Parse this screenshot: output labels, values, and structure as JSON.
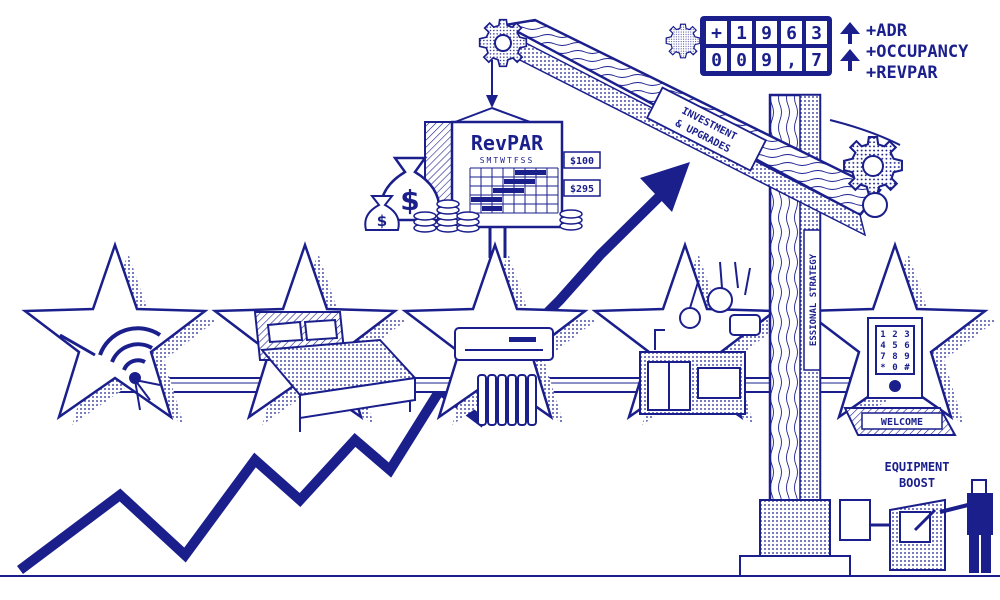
{
  "colors": {
    "ink": "#1a1f8c",
    "paper": "#ffffff",
    "tint": "#eef0fa"
  },
  "counter": {
    "top_digits": [
      "+",
      "1",
      "9",
      "6",
      "3"
    ],
    "bottom_digits": [
      "0",
      "0",
      "9",
      ",",
      "7"
    ]
  },
  "metrics": [
    {
      "label": "+ADR",
      "icon": "arrow-up-icon"
    },
    {
      "label": "+OCCUPANCY",
      "icon": "arrow-up-icon"
    },
    {
      "label": "+REVPAR",
      "icon": null
    }
  ],
  "sign": {
    "title": "RevPAR",
    "weekdays": "SMTWTFSS",
    "price_tags": [
      "$100",
      "$295"
    ]
  },
  "moneybag_symbol": "$",
  "banner_text": "INVESTMENT & UPGRADES",
  "banner_lines": [
    "INVESTMENT",
    "& UPGRADES"
  ],
  "pillar_text": "PROFESSIONAL STRATEGY",
  "pillar_visible": "ESSIONAL STRATEGY",
  "keypad_keys": [
    "1",
    "2",
    "3",
    "4",
    "5",
    "6",
    "7",
    "8",
    "9",
    "*",
    "0",
    "#"
  ],
  "welcome_mat": "WELCOME",
  "equipment_label": [
    "EQUIPMENT",
    "BOOST"
  ],
  "stars": [
    {
      "name": "wifi-star",
      "icon": "wifi-icon"
    },
    {
      "name": "bed-star",
      "icon": "bed-icon"
    },
    {
      "name": "climate-star",
      "icon": "air-conditioner-icon"
    },
    {
      "name": "kitchen-star",
      "icon": "kitchen-icon"
    },
    {
      "name": "safe-star",
      "icon": "safe-icon"
    }
  ]
}
